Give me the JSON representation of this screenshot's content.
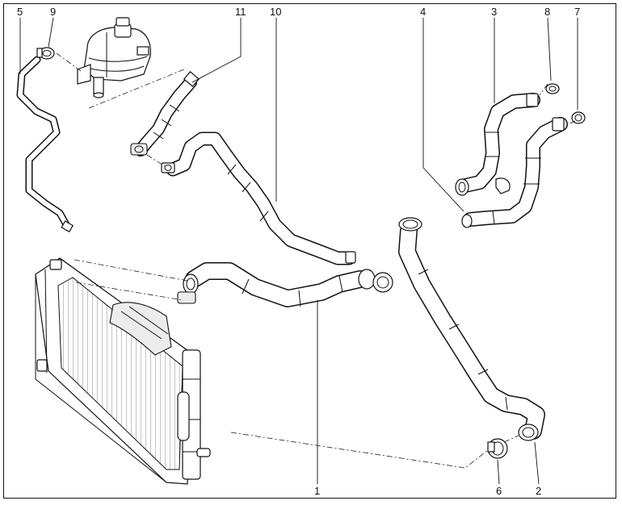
{
  "callouts": [
    {
      "id": "5",
      "text": "5"
    },
    {
      "id": "9",
      "text": "9"
    },
    {
      "id": "11",
      "text": "11"
    },
    {
      "id": "10",
      "text": "10"
    },
    {
      "id": "4",
      "text": "4"
    },
    {
      "id": "3",
      "text": "3"
    },
    {
      "id": "8",
      "text": "8"
    },
    {
      "id": "7",
      "text": "7"
    },
    {
      "id": "1",
      "text": "1"
    },
    {
      "id": "6",
      "text": "6"
    },
    {
      "id": "2",
      "text": "2"
    }
  ],
  "colors": {
    "line": "#111111",
    "background": "#ffffff",
    "hose": "#ffffff"
  }
}
